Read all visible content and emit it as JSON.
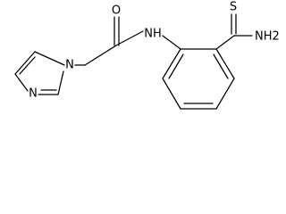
{
  "atoms": {
    "ring_n1": "N",
    "ring_n3": "N",
    "carbonyl_o": "O",
    "amide_nh": "NH",
    "thio_s": "S",
    "amine_nh2": "NH2"
  }
}
